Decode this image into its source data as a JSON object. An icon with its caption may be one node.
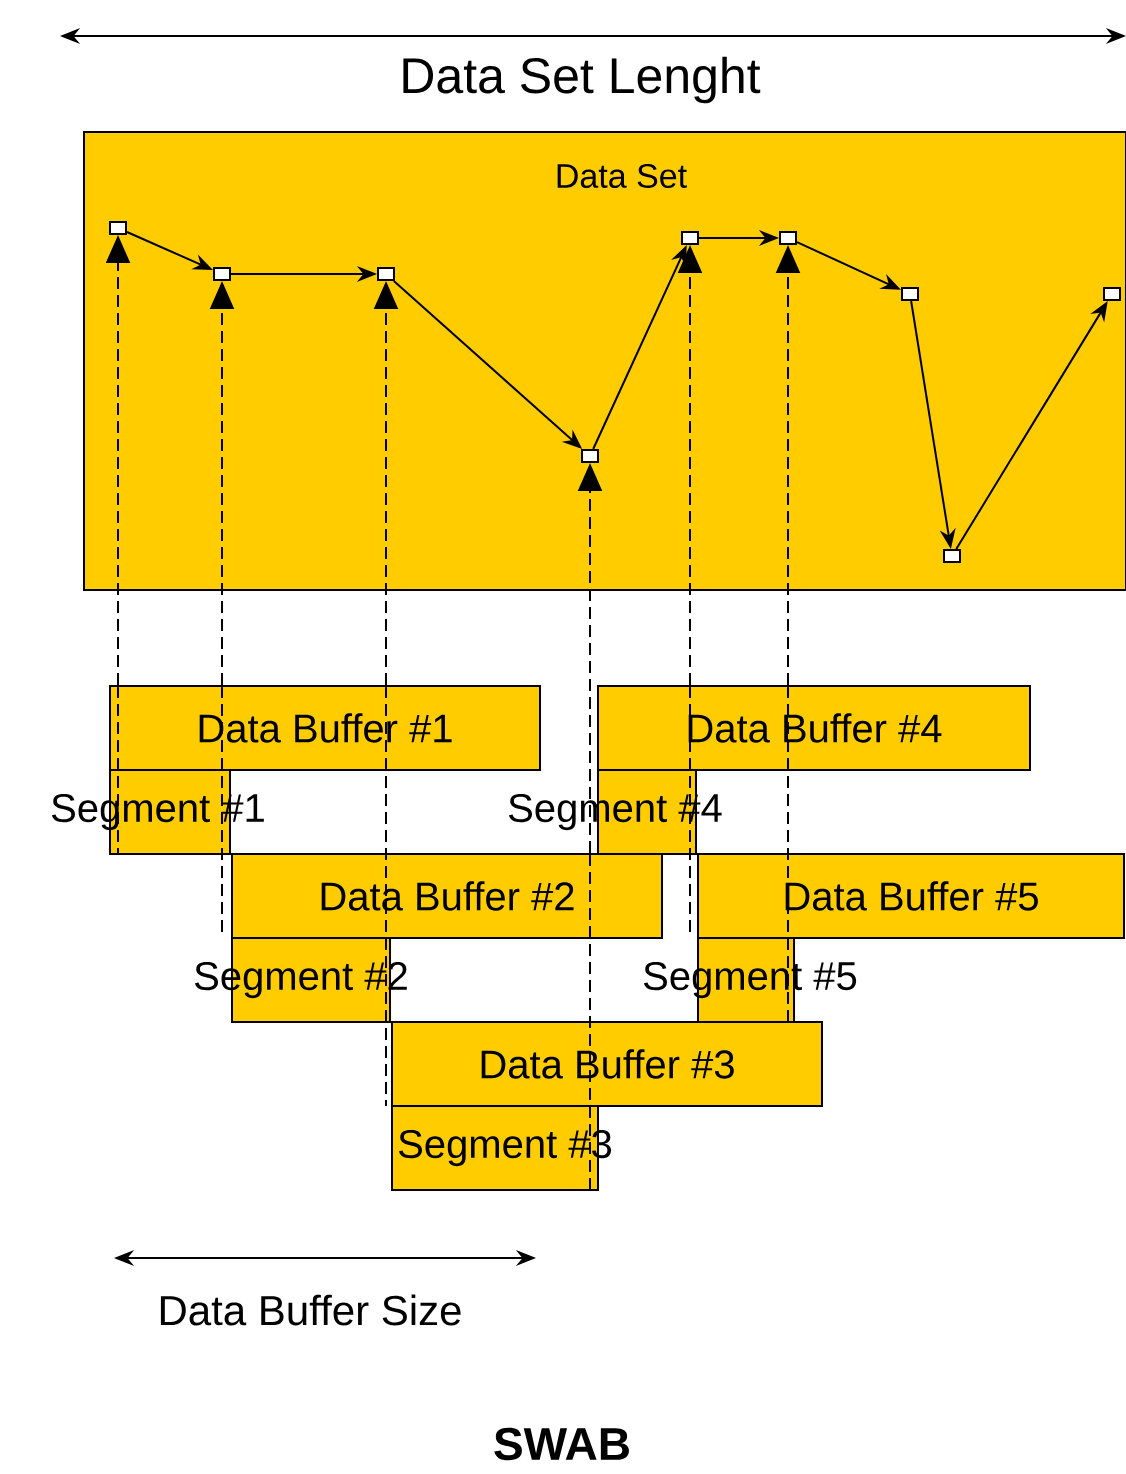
{
  "diagram": {
    "caption": "SWAB",
    "nodes": [
      {
        "text": [
          "Data Set"
        ]
      },
      {
        "text": [],
        "shape": "box",
        "in": 0
      },
      {
        "text": [],
        "shape": "box",
        "in": 0
      },
      {
        "text": [],
        "shape": "box",
        "in": 0
      },
      {
        "text": [],
        "shape": "box",
        "in": 0
      },
      {
        "text": [],
        "shape": "box",
        "in": 0
      },
      {
        "text": [],
        "shape": "box",
        "in": 0
      },
      {
        "text": [],
        "shape": "box",
        "in": 0
      },
      {
        "text": [],
        "shape": "box",
        "in": 0
      },
      {
        "text": [],
        "shape": "box",
        "in": 0
      },
      {
        "text": [
          "Data Buffer #1"
        ]
      },
      {
        "text": [
          "Segment #1"
        ]
      },
      {
        "text": [
          "Data Buffer #4"
        ]
      },
      {
        "text": [
          "Segment #4"
        ]
      },
      {
        "text": [
          "Data Buffer #2"
        ]
      },
      {
        "text": [
          "Segment #2"
        ]
      },
      {
        "text": [
          "Data Buffer #5"
        ]
      },
      {
        "text": [
          "Segment #5"
        ]
      },
      {
        "text": [
          "Data Buffer #3"
        ]
      },
      {
        "text": [
          "Segment #3"
        ]
      }
    ],
    "edges": [
      {
        "from": 1,
        "to": 2,
        "arrow": "to"
      },
      {
        "from": 2,
        "to": 3,
        "arrow": "to"
      },
      {
        "from": 3,
        "to": 4,
        "arrow": "to"
      },
      {
        "from": 4,
        "to": 5,
        "arrow": "to"
      },
      {
        "from": 5,
        "to": 6,
        "arrow": "to"
      },
      {
        "from": 6,
        "to": 7,
        "arrow": "to"
      },
      {
        "from": 7,
        "to": 8,
        "arrow": "to"
      },
      {
        "from": 8,
        "to": 9,
        "arrow": "to"
      },
      {
        "from": 10,
        "to": 1,
        "arrow": "to",
        "style": "dashed"
      },
      {
        "from": 10,
        "to": 2,
        "arrow": "to",
        "style": "dashed"
      },
      {
        "from": 10,
        "to": 3,
        "arrow": "to",
        "style": "dashed"
      },
      {
        "from": 14,
        "to": 4,
        "arrow": "to",
        "style": "dashed"
      },
      {
        "from": 12,
        "to": 5,
        "arrow": "to",
        "style": "dashed"
      },
      {
        "from": 12,
        "to": 6,
        "arrow": "to",
        "style": "dashed"
      }
    ],
    "labels": [
      "Data Set Lenght",
      "Data Buffer Size"
    ]
  }
}
